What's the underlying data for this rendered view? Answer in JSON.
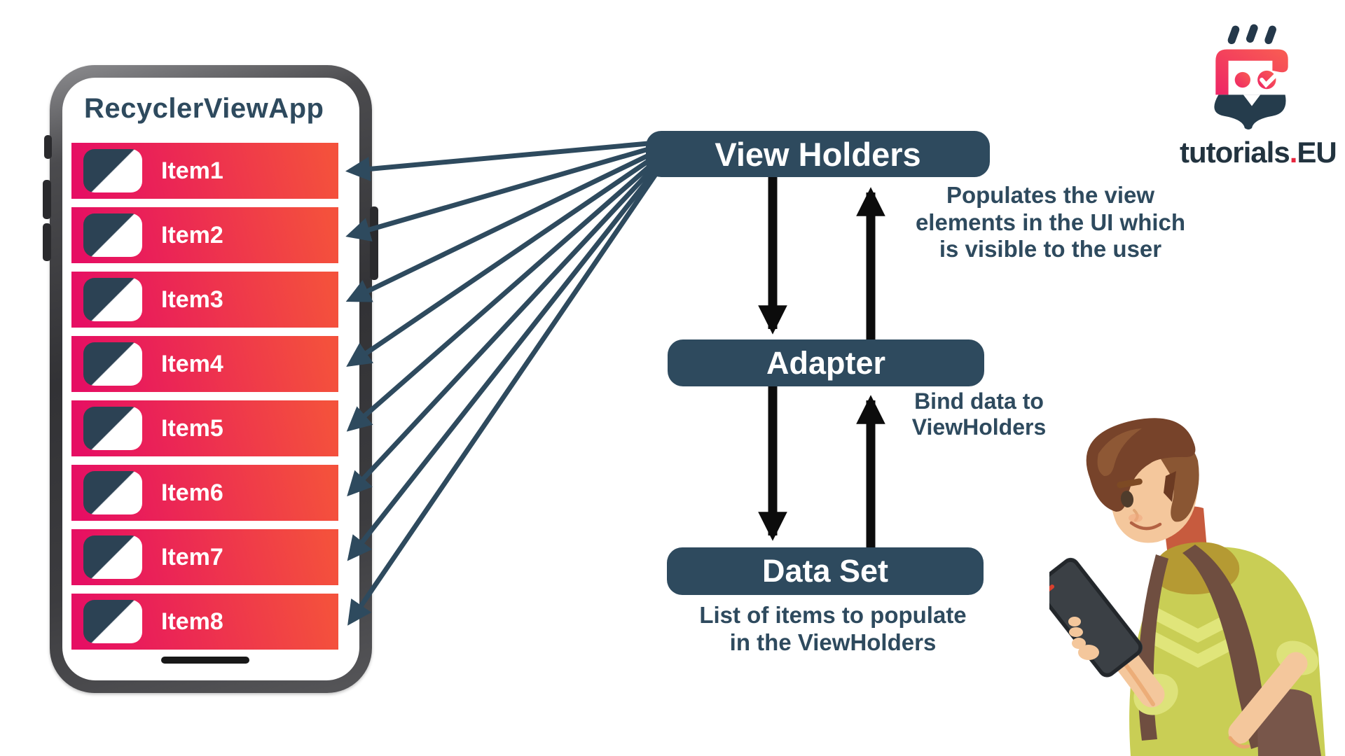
{
  "phone": {
    "app_title": "RecyclerViewApp",
    "items": [
      {
        "label": "Item1"
      },
      {
        "label": "Item2"
      },
      {
        "label": "Item3"
      },
      {
        "label": "Item4"
      },
      {
        "label": "Item5"
      },
      {
        "label": "Item6"
      },
      {
        "label": "Item7"
      },
      {
        "label": "Item8"
      }
    ]
  },
  "diagram": {
    "view_holders": {
      "label": "View Holders"
    },
    "adapter": {
      "label": "Adapter"
    },
    "data_set": {
      "label": "Data Set"
    }
  },
  "annotations": {
    "view_holders_lines": [
      "Populates the view",
      "elements in the UI which",
      "is visible to the user"
    ],
    "adapter_lines": [
      "Bind data to",
      "ViewHolders"
    ],
    "data_set_lines": [
      "List of items to populate",
      "in the ViewHolders"
    ]
  },
  "branding": {
    "logo_name": "tutorials",
    "logo_dot": ".",
    "logo_suffix": "EU"
  },
  "icons": {
    "item_thumbnail": "diagonal-split-thumbnail-icon",
    "logo_mark": "tutorials-eu-mascot-icon",
    "illustration": "student-looking-at-phone-illustration"
  },
  "colors": {
    "navy": "#2e4a5e",
    "navy_deep": "#22333f",
    "item_start": "#e60e63",
    "item_end": "#f4513c",
    "arrow_black": "#0c0c0c",
    "logo_pink": "#ee2566",
    "logo_red": "#f95e52"
  }
}
